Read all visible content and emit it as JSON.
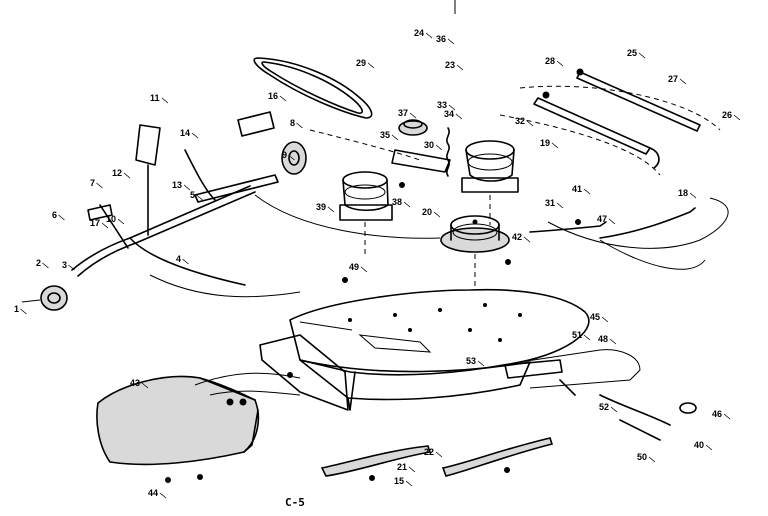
{
  "figure": {
    "caption": "C-5"
  },
  "callouts": [
    {
      "id": "c1",
      "text": "1"
    },
    {
      "id": "c2",
      "text": "2"
    },
    {
      "id": "c3",
      "text": "3"
    },
    {
      "id": "c4",
      "text": "4"
    },
    {
      "id": "c5",
      "text": "5"
    },
    {
      "id": "c6",
      "text": "6"
    },
    {
      "id": "c7",
      "text": "7"
    },
    {
      "id": "c8",
      "text": "8"
    },
    {
      "id": "c9",
      "text": "9"
    },
    {
      "id": "c10",
      "text": "10"
    },
    {
      "id": "c11",
      "text": "11"
    },
    {
      "id": "c12",
      "text": "12"
    },
    {
      "id": "c13",
      "text": "13"
    },
    {
      "id": "c14",
      "text": "14"
    },
    {
      "id": "c15",
      "text": "15"
    },
    {
      "id": "c16",
      "text": "16"
    },
    {
      "id": "c17",
      "text": "17"
    },
    {
      "id": "c18",
      "text": "18"
    },
    {
      "id": "c19",
      "text": "19"
    },
    {
      "id": "c20",
      "text": "20"
    },
    {
      "id": "c21",
      "text": "21"
    },
    {
      "id": "c22",
      "text": "22"
    },
    {
      "id": "c23",
      "text": "23"
    },
    {
      "id": "c24",
      "text": "24"
    },
    {
      "id": "c25",
      "text": "25"
    },
    {
      "id": "c26",
      "text": "26"
    },
    {
      "id": "c27",
      "text": "27"
    },
    {
      "id": "c28",
      "text": "28"
    },
    {
      "id": "c29",
      "text": "29"
    },
    {
      "id": "c30",
      "text": "30"
    },
    {
      "id": "c31",
      "text": "31"
    },
    {
      "id": "c32",
      "text": "32"
    },
    {
      "id": "c33",
      "text": "33"
    },
    {
      "id": "c34",
      "text": "34"
    },
    {
      "id": "c35",
      "text": "35"
    },
    {
      "id": "c36",
      "text": "36"
    },
    {
      "id": "c37",
      "text": "37"
    },
    {
      "id": "c38",
      "text": "38"
    },
    {
      "id": "c39",
      "text": "39"
    },
    {
      "id": "c40",
      "text": "40"
    },
    {
      "id": "c41",
      "text": "41"
    },
    {
      "id": "c42",
      "text": "42"
    },
    {
      "id": "c43",
      "text": "43"
    },
    {
      "id": "c44",
      "text": "44"
    },
    {
      "id": "c45",
      "text": "45"
    },
    {
      "id": "c46",
      "text": "46"
    },
    {
      "id": "c47",
      "text": "47"
    },
    {
      "id": "c48",
      "text": "48"
    },
    {
      "id": "c49",
      "text": "49"
    },
    {
      "id": "c50",
      "text": "50"
    },
    {
      "id": "c51",
      "text": "51"
    },
    {
      "id": "c52",
      "text": "52"
    },
    {
      "id": "c53",
      "text": "53"
    }
  ]
}
